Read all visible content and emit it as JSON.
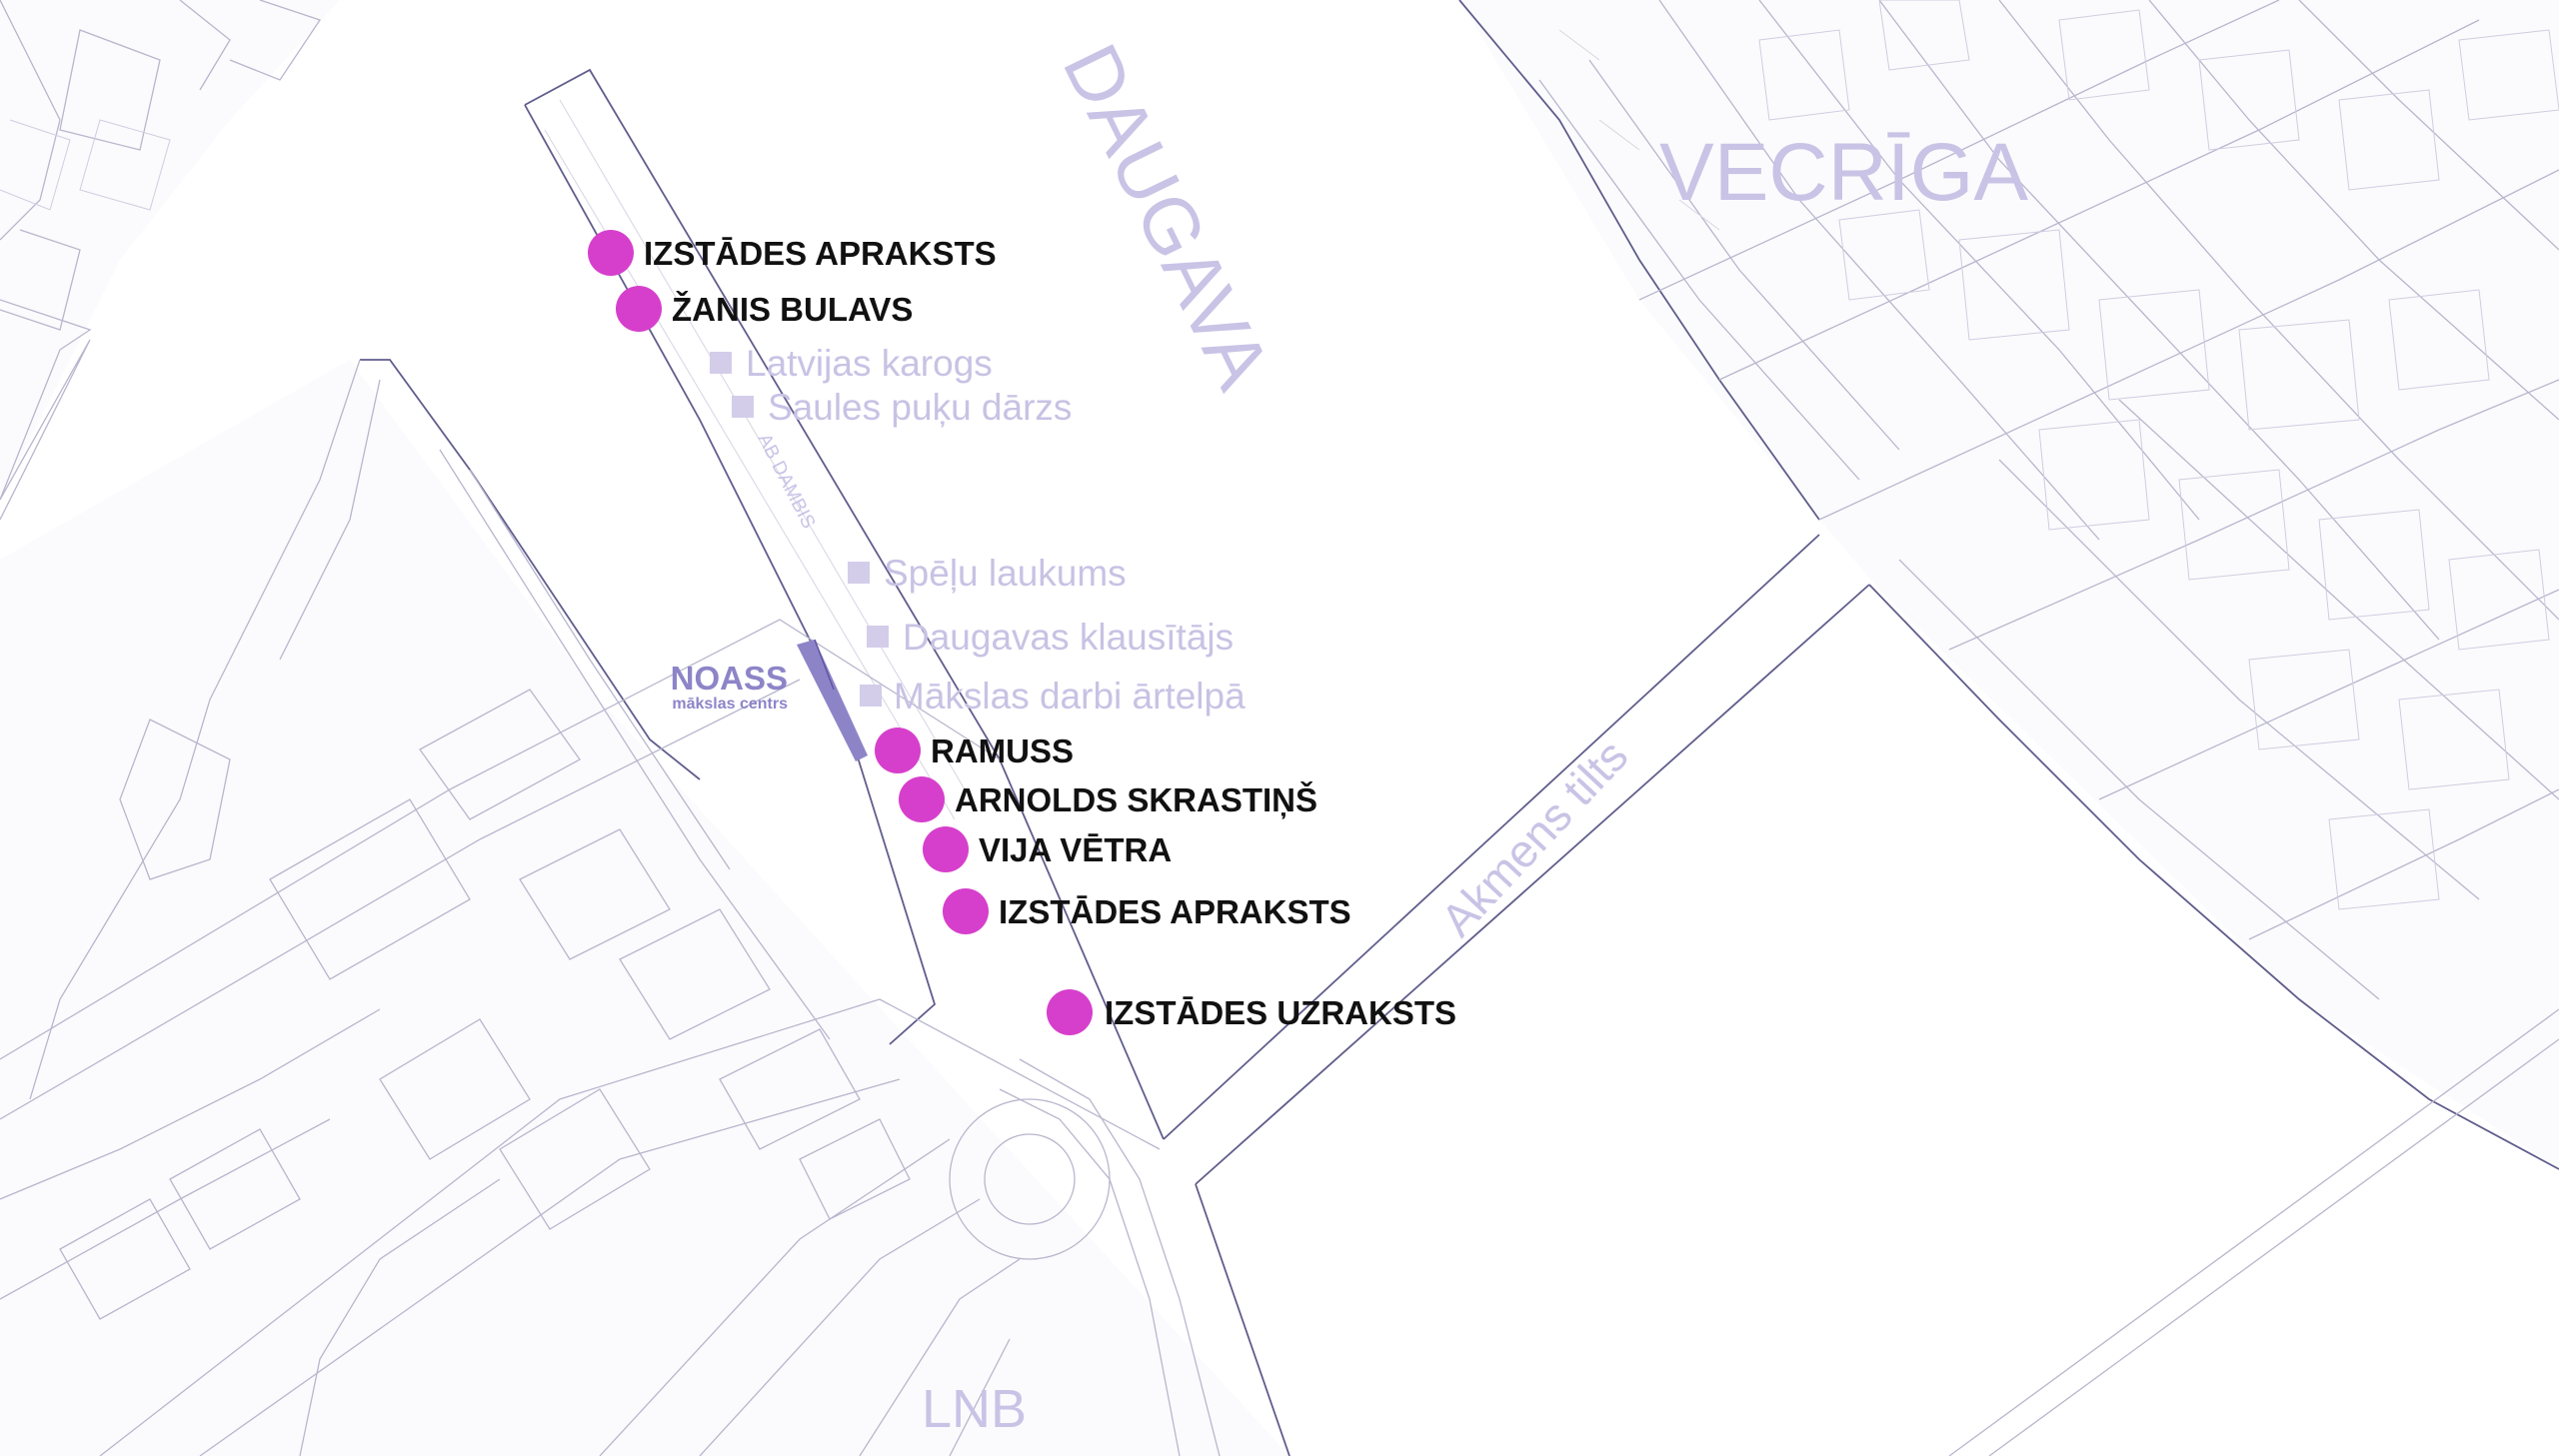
{
  "map": {
    "area_labels": {
      "river": "DAUGAVA",
      "old_town": "VECRĪGA",
      "bridge": "Akmens tilts",
      "library": "LNB",
      "embankment": "AB DAMBIS"
    },
    "features": [
      {
        "label": "Latvijas karogs"
      },
      {
        "label": "Saules puķu dārzs"
      },
      {
        "label": "Spēļu laukums"
      },
      {
        "label": "Daugavas klausītājs"
      },
      {
        "label": "Mākslas darbi ārtelpā"
      }
    ],
    "poi": [
      {
        "label": "IZSTĀDES APRAKSTS"
      },
      {
        "label": "ŽANIS BULAVS"
      },
      {
        "label": "RAMUSS"
      },
      {
        "label": "ARNOLDS SKRASTIŅŠ"
      },
      {
        "label": "VIJA VĒTRA"
      },
      {
        "label": "IZSTĀDES APRAKSTS"
      },
      {
        "label": "IZSTĀDES UZRAKSTS"
      }
    ],
    "venue": {
      "title": "NOASS",
      "subtitle": "mākslas centrs"
    },
    "colors": {
      "marker": "#d63fcb",
      "venue": "#8d84c8",
      "feature_text": "#c8c2e4",
      "shoreline": "#605d8c"
    }
  }
}
